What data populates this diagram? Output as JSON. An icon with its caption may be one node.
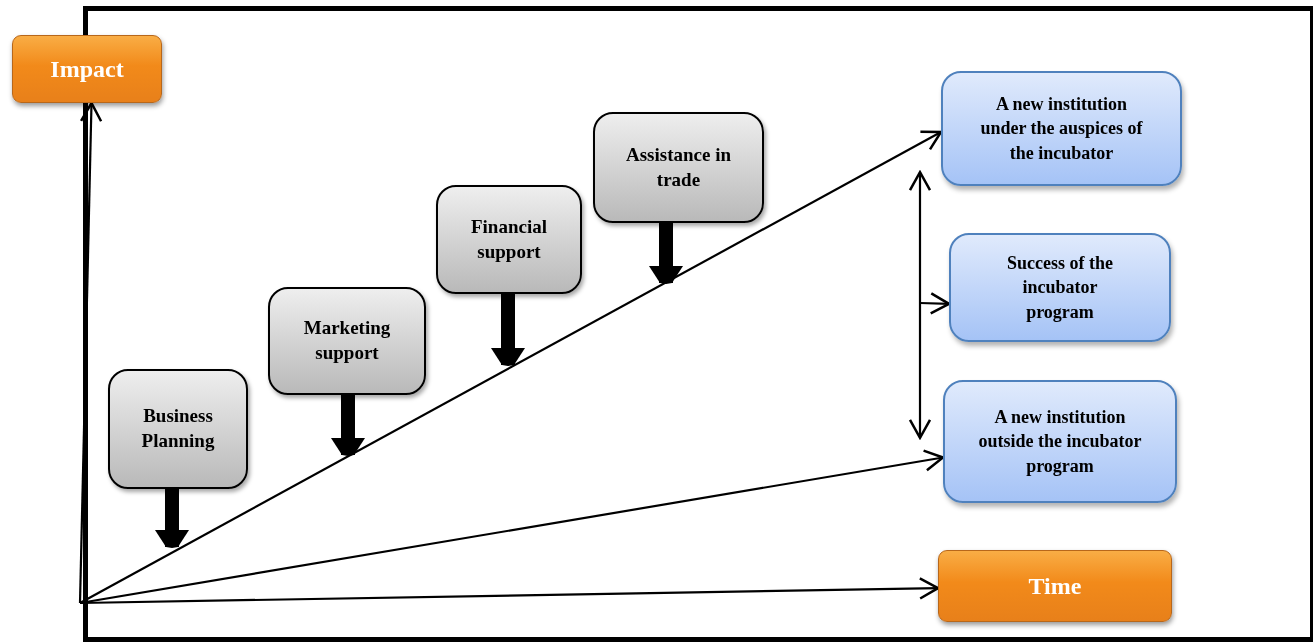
{
  "diagram": {
    "nodes": [
      {
        "text": [
          "Impact"
        ]
      },
      {
        "text": [
          "Business Planning"
        ]
      },
      {
        "text": [
          "Marketing support"
        ]
      },
      {
        "text": [
          "Financial support"
        ]
      },
      {
        "text": [
          "Assistance in trade"
        ]
      },
      {
        "text": [
          "A new institution under the auspices of the incubator"
        ]
      },
      {
        "text": [
          "Success of the incubator program"
        ]
      },
      {
        "text": [
          "A new institution outside the incubator program"
        ]
      },
      {
        "text": [
          "Time"
        ]
      }
    ],
    "edges": [
      {
        "from": null,
        "to": 0,
        "arrow": "to"
      },
      {
        "from": null,
        "to": 5,
        "arrow": "to"
      },
      {
        "from": null,
        "to": 7,
        "arrow": "to"
      },
      {
        "from": null,
        "to": 8,
        "arrow": "to"
      },
      {
        "from": 1,
        "to": null,
        "arrow": "to",
        "style": "thick"
      },
      {
        "from": 2,
        "to": null,
        "arrow": "to",
        "style": "thick"
      },
      {
        "from": 3,
        "to": null,
        "arrow": "to",
        "style": "thick"
      },
      {
        "from": 4,
        "to": null,
        "arrow": "to",
        "style": "thick"
      },
      {
        "from": 5,
        "to": 7,
        "arrow": "both"
      },
      {
        "from": null,
        "to": 6,
        "arrow": "to"
      }
    ]
  }
}
